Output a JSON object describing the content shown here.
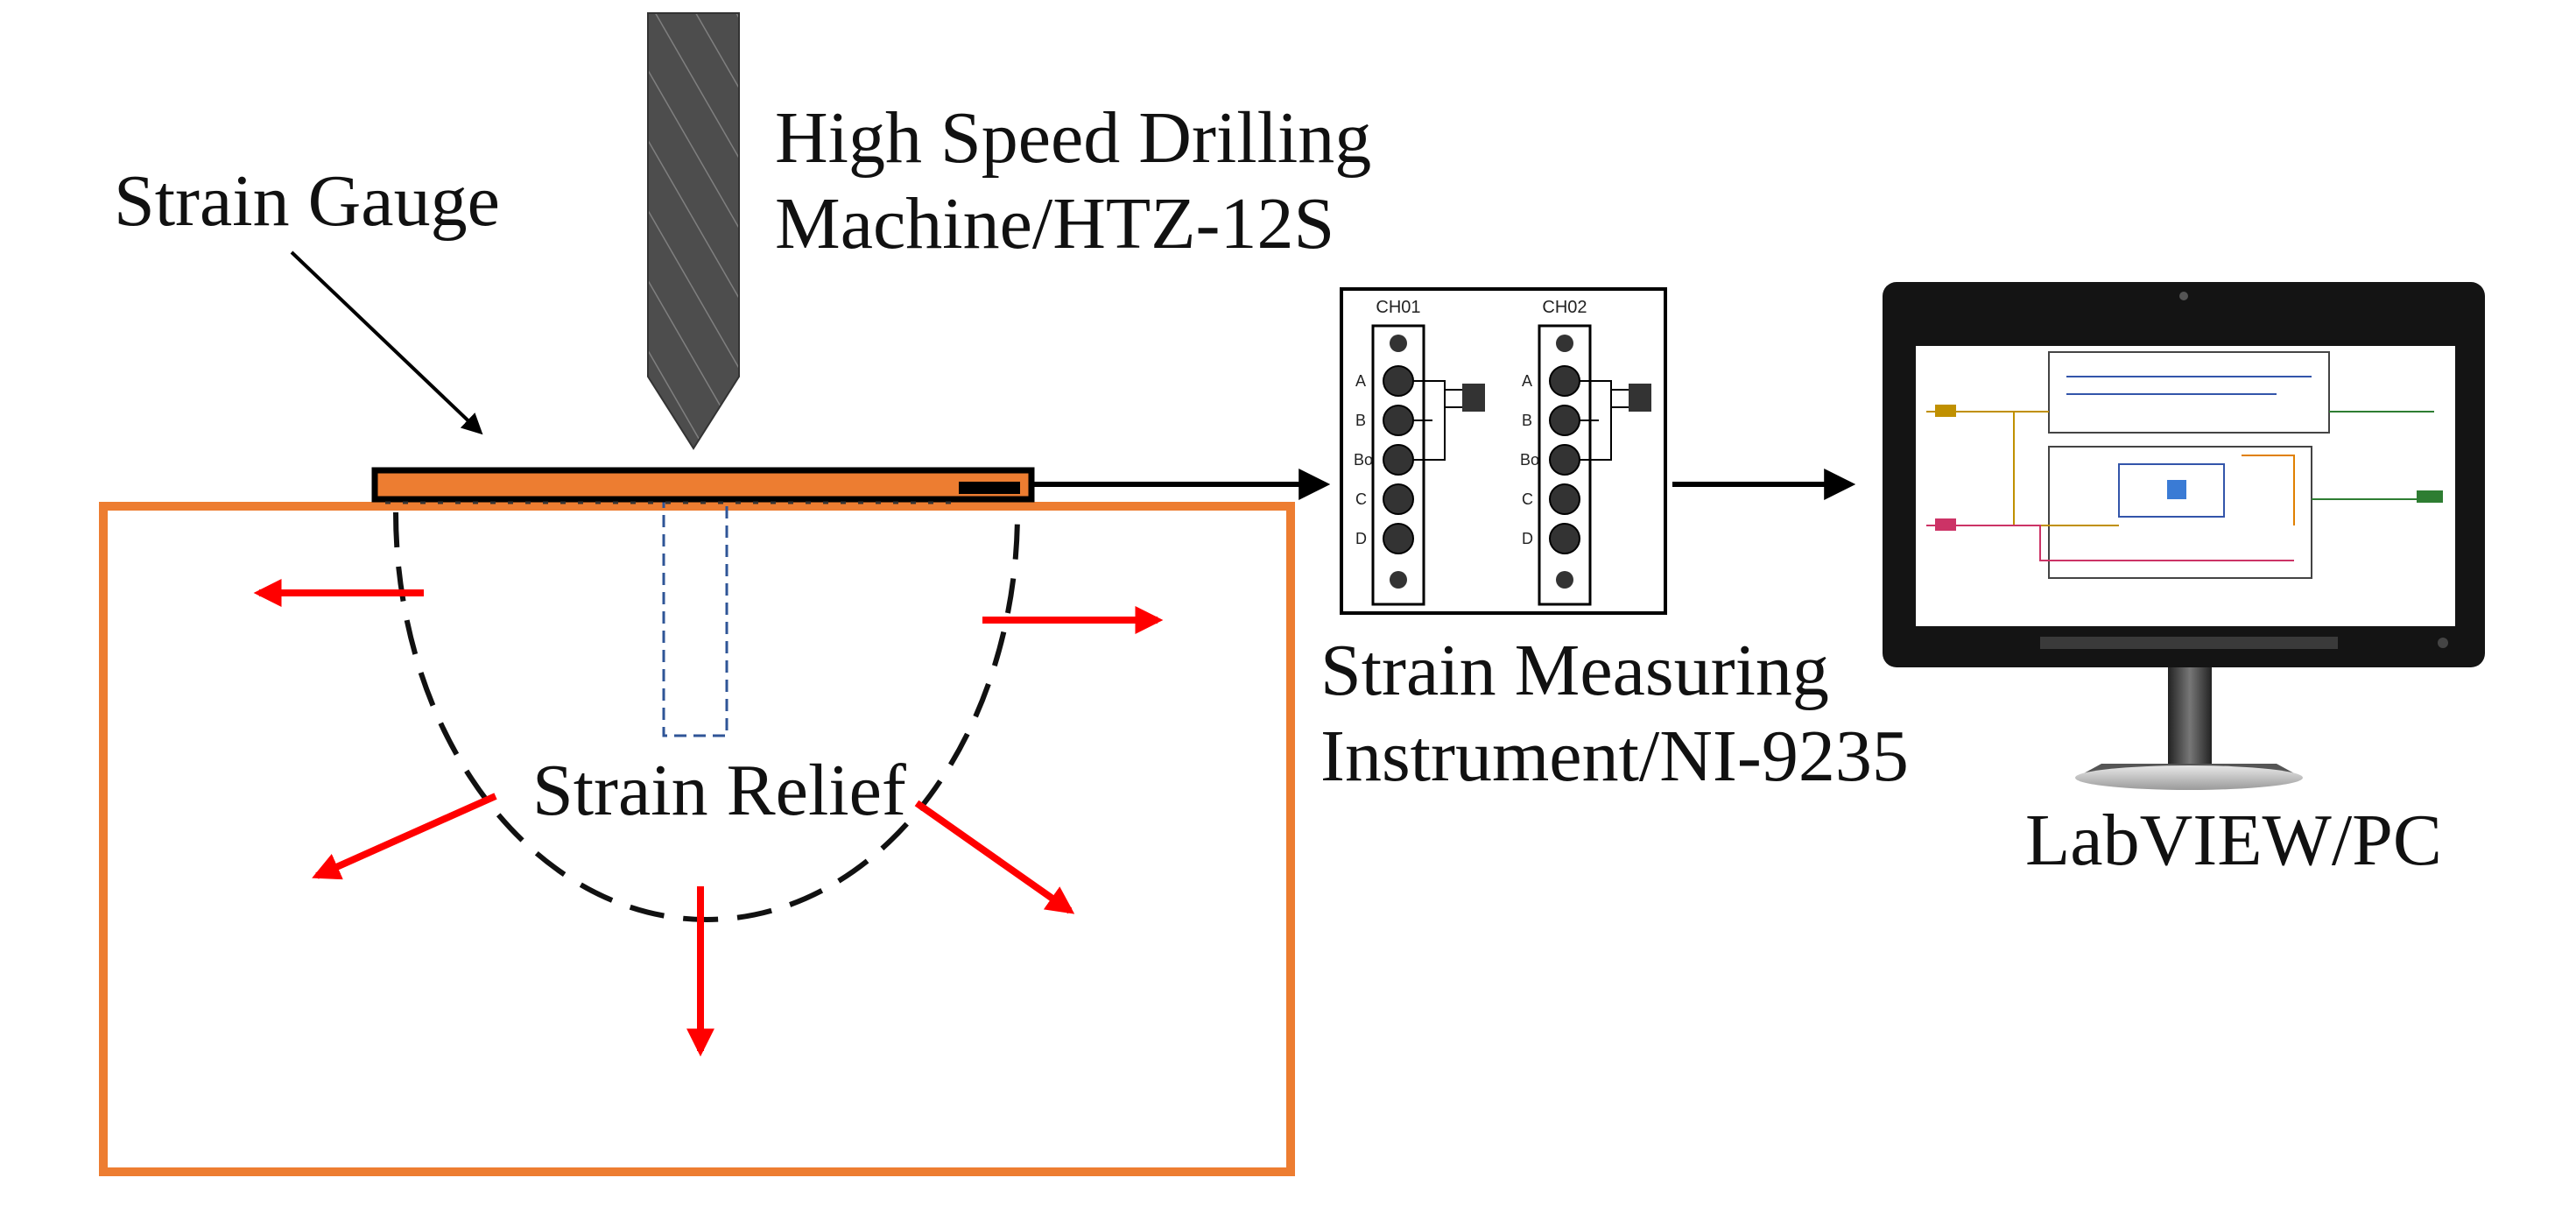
{
  "labels": {
    "strain_gauge": "Strain Gauge",
    "drill_line1": "High Speed Drilling",
    "drill_line2": "Machine/HTZ-12S",
    "strain_relief": "Strain Relief",
    "instrument_line1": "Strain Measuring",
    "instrument_line2": "Instrument/NI-9235",
    "pc": "LabVIEW/PC"
  },
  "module": {
    "channels": [
      "CH01",
      "CH02"
    ],
    "pins": [
      "A",
      "B",
      "Bo",
      "C",
      "D"
    ]
  },
  "colors": {
    "specimen_border": "#ED7D31",
    "gauge_fill": "#ED7D31",
    "drill": "#4D4D4D",
    "stress_arrows": "#FF0000",
    "hole_outline": "#2F5597",
    "wires": "#000000"
  },
  "icons": {
    "drill": "drill-bit-icon",
    "pc": "monitor-icon",
    "instrument": "terminal-block-icon"
  }
}
